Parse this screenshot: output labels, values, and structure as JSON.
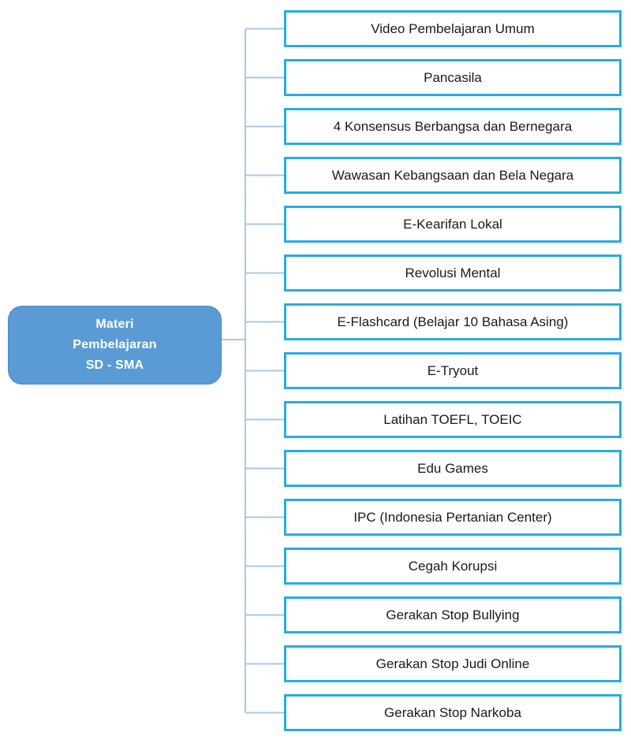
{
  "diagram": {
    "type": "tree",
    "orientation": "left-to-right",
    "colors": {
      "root_fill": "#5B9BD5",
      "root_border": "#4A8AC4",
      "root_text": "#FFFFFF",
      "child_fill": "#FFFFFF",
      "child_border": "#29ABE2",
      "child_text": "#1A1A1A",
      "connector": "#A6C9E8",
      "background": "#FFFFFF"
    },
    "root": {
      "lines": [
        "Materi",
        "Pembelajaran",
        "SD - SMA"
      ],
      "text": "Materi Pembelajaran SD - SMA"
    },
    "children": [
      {
        "label": "Video Pembelajaran Umum"
      },
      {
        "label": "Pancasila"
      },
      {
        "label": "4 Konsensus Berbangsa dan Bernegara"
      },
      {
        "label": "Wawasan Kebangsaan dan Bela Negara"
      },
      {
        "label": "E-Kearifan Lokal"
      },
      {
        "label": "Revolusi Mental"
      },
      {
        "label": "E-Flashcard (Belajar 10 Bahasa Asing)"
      },
      {
        "label": "E-Tryout"
      },
      {
        "label": "Latihan TOEFL, TOEIC"
      },
      {
        "label": "Edu Games"
      },
      {
        "label": "IPC (Indonesia Pertanian Center)"
      },
      {
        "label": "Cegah Korupsi"
      },
      {
        "label": "Gerakan Stop Bullying"
      },
      {
        "label": "Gerakan Stop Judi Online"
      },
      {
        "label": "Gerakan Stop Narkoba"
      }
    ]
  }
}
